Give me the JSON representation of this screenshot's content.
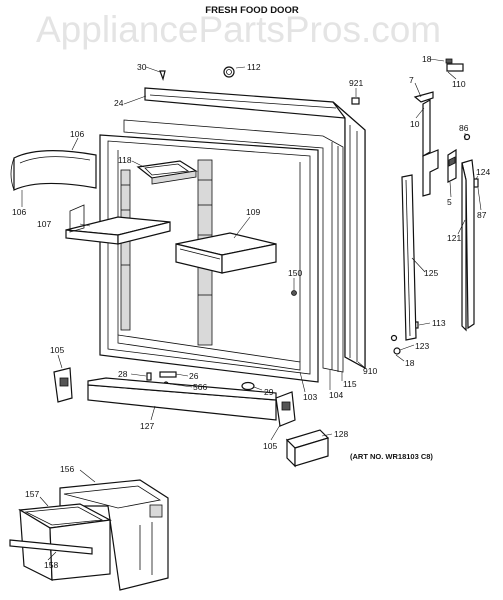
{
  "watermark": "AppliancePartsPros.com",
  "title": "FRESH FOOD DOOR",
  "art_number": "(ART NO. WR18103 C8)",
  "callouts": {
    "c18a": "18",
    "c110": "110",
    "c30": "30",
    "c112": "112",
    "c921": "921",
    "c7": "7",
    "c10": "10",
    "c24": "24",
    "c106a": "106",
    "c106b": "106",
    "c118": "118",
    "c86": "86",
    "c5": "5",
    "c124": "124",
    "c87": "87",
    "c107": "107",
    "c109": "109",
    "c121": "121",
    "c150": "150",
    "c125": "125",
    "c113": "113",
    "c123": "123",
    "c18b": "18",
    "c105a": "105",
    "c28": "28",
    "c26": "26",
    "c566": "566",
    "c29": "29",
    "c103": "103",
    "c104": "104",
    "c115": "115",
    "c910": "910",
    "c127": "127",
    "c105b": "105",
    "c128": "128",
    "c156": "156",
    "c157": "157",
    "c158": "158"
  }
}
